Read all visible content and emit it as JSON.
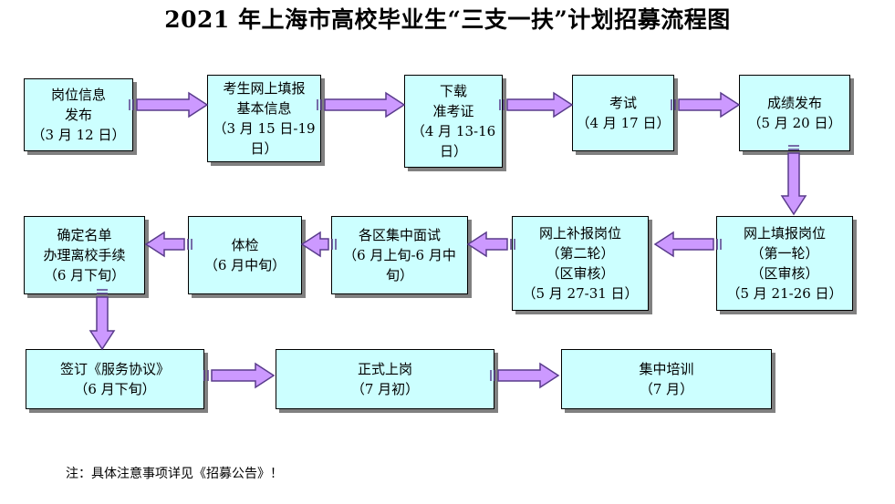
{
  "title": "2021 年上海市高校毕业生“三支一扶”计划招募流程图",
  "colors": {
    "box_fill": "#ccffff",
    "box_border": "#000000",
    "box_shadow": "#808080",
    "arrow_fill": "#cc99ff",
    "arrow_stroke": "#5a3c8c"
  },
  "steps": [
    {
      "lines": [
        "岗位信息",
        "发布",
        "（3 月 12 日）"
      ]
    },
    {
      "lines": [
        "考生网上填报",
        "基本信息",
        "（3 月 15 日-19",
        "日）"
      ]
    },
    {
      "lines": [
        "下载",
        "准考证",
        "（4 月 13-16",
        "日）"
      ]
    },
    {
      "lines": [
        "考试",
        "（4 月 17 日）"
      ]
    },
    {
      "lines": [
        "成绩发布",
        "（5 月 20 日）"
      ]
    },
    {
      "lines": [
        "网上填报岗位",
        "（第一轮）",
        "（区审核）",
        "（5 月 21-26 日）"
      ]
    },
    {
      "lines": [
        "网上补报岗位",
        "（第二轮）",
        "（区审核）",
        "（5 月 27-31 日）"
      ]
    },
    {
      "lines": [
        "各区集中面试",
        "（6 月上旬-6 月中",
        "旬）"
      ]
    },
    {
      "lines": [
        "体检",
        "（6 月中旬）"
      ]
    },
    {
      "lines": [
        "确定名单",
        "办理离校手续",
        "（6 月下旬）"
      ]
    },
    {
      "lines": [
        "签订《服务协议》",
        "（6 月下旬）"
      ]
    },
    {
      "lines": [
        "正式上岗",
        "（7 月初）"
      ]
    },
    {
      "lines": [
        "集中培训",
        "（7 月）"
      ]
    }
  ],
  "footnote": "注：具体注意事项详见《招募公告》！"
}
